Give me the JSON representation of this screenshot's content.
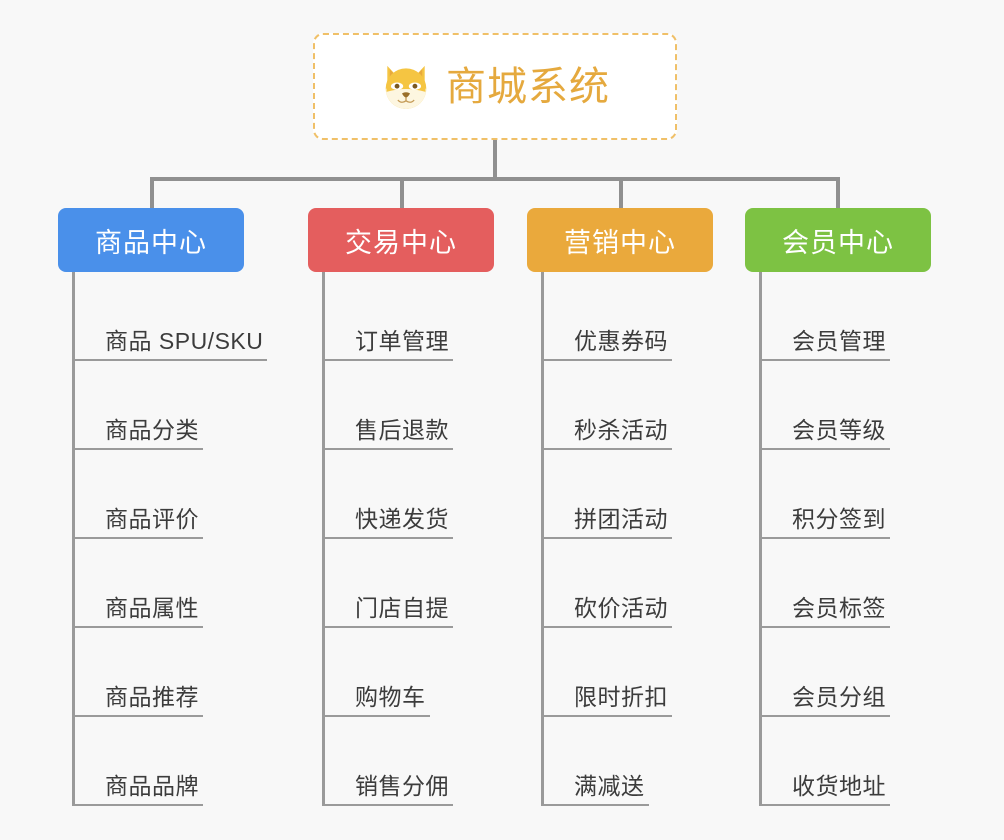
{
  "diagram": {
    "type": "organization-tree",
    "background_color": "#f8f8f8",
    "connector_color": "#909090",
    "root": {
      "title": "商城系统",
      "icon": "shiba-dog-face-icon",
      "title_color": "#e5a93e",
      "border_color": "#f0c068",
      "border_style": "dashed",
      "background_color": "#ffffff"
    },
    "categories": [
      {
        "label": "商品中心",
        "color": "#4a90ea",
        "items": [
          "商品 SPU/SKU",
          "商品分类",
          "商品评价",
          "商品属性",
          "商品推荐",
          "商品品牌"
        ]
      },
      {
        "label": "交易中心",
        "color": "#e45e5e",
        "items": [
          "订单管理",
          "售后退款",
          "快递发货",
          "门店自提",
          "购物车",
          "销售分佣"
        ]
      },
      {
        "label": "营销中心",
        "color": "#eaa93c",
        "items": [
          "优惠券码",
          "秒杀活动",
          "拼团活动",
          "砍价活动",
          "限时折扣",
          "满减送"
        ]
      },
      {
        "label": "会员中心",
        "color": "#7dc243",
        "items": [
          "会员管理",
          "会员等级",
          "积分签到",
          "会员标签",
          "会员分组",
          "收货地址"
        ]
      }
    ]
  }
}
